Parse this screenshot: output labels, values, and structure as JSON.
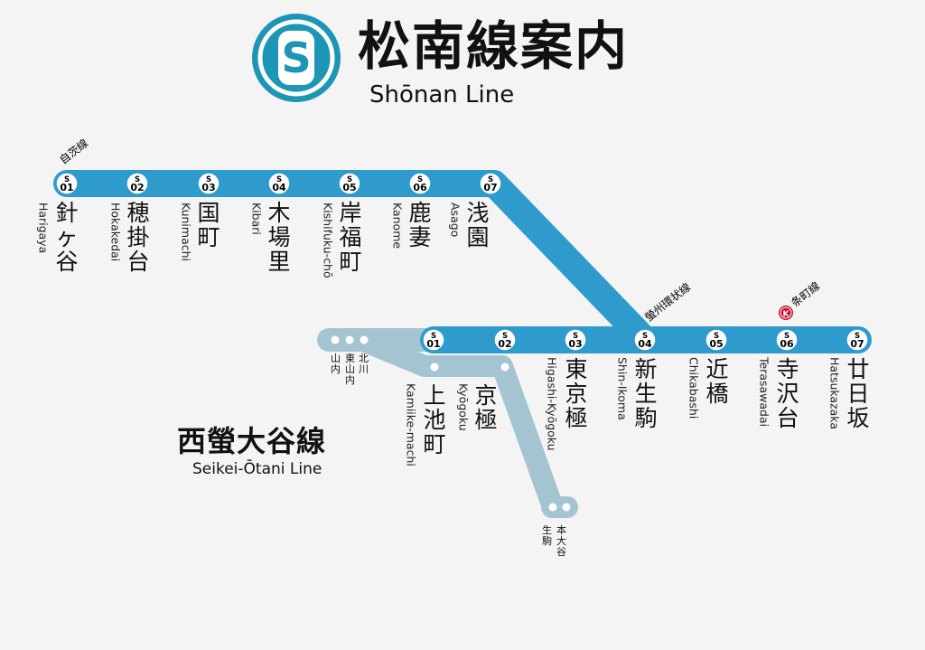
{
  "title": {
    "japanese": "松南線案内",
    "english": "Shōnan Line",
    "logo_letter": "S"
  },
  "colors": {
    "shonan": "#2f9bcc",
    "seikei": "#a5c4d2",
    "logo": "#1d95b5",
    "k_badge": "#c8102e",
    "background": "#f4f4f4"
  },
  "upper_branch": {
    "transfer_label": "自茨線",
    "stations": [
      {
        "code_prefix": "S",
        "code_num": "01",
        "name": [
          "針",
          "ヶ",
          "谷"
        ],
        "romaji": "Harigaya"
      },
      {
        "code_prefix": "S",
        "code_num": "02",
        "name": [
          "穂",
          "掛",
          "台"
        ],
        "romaji": "Hokakedai"
      },
      {
        "code_prefix": "S",
        "code_num": "03",
        "name": [
          "国",
          "町"
        ],
        "romaji": "Kunimachi"
      },
      {
        "code_prefix": "S",
        "code_num": "04",
        "name": [
          "木",
          "場",
          "里"
        ],
        "romaji": "Kibari"
      },
      {
        "code_prefix": "S",
        "code_num": "05",
        "name": [
          "岸",
          "福",
          "町"
        ],
        "romaji": "Kishifuku-chō"
      },
      {
        "code_prefix": "S",
        "code_num": "06",
        "name": [
          "鹿",
          "妻"
        ],
        "romaji": "Kanome"
      },
      {
        "code_prefix": "S",
        "code_num": "07",
        "name": [
          "浅",
          "園"
        ],
        "romaji": "Asago"
      }
    ]
  },
  "lower_branch": {
    "transfer_labels": {
      "shin_ikoma": "螢州環状線",
      "terasawadai": "条町線",
      "k_badge": "K"
    },
    "stations": [
      {
        "code_prefix": "S",
        "code_num": "01",
        "name": [
          "上",
          "池",
          "町"
        ],
        "romaji": "Kamiike-machi"
      },
      {
        "code_prefix": "S",
        "code_num": "02",
        "name": [
          "京",
          "極"
        ],
        "romaji": "Kyōgoku"
      },
      {
        "code_prefix": "S",
        "code_num": "03",
        "name": [
          "東",
          "京",
          "極"
        ],
        "romaji": "Higashi-Kyōgoku"
      },
      {
        "code_prefix": "S",
        "code_num": "04",
        "name": [
          "新",
          "生",
          "駒"
        ],
        "romaji": "Shin-Ikoma"
      },
      {
        "code_prefix": "S",
        "code_num": "05",
        "name": [
          "近",
          "橋"
        ],
        "romaji": "Chikabashi"
      },
      {
        "code_prefix": "S",
        "code_num": "06",
        "name": [
          "寺",
          "沢",
          "台"
        ],
        "romaji": "Terasawadai"
      },
      {
        "code_prefix": "S",
        "code_num": "07",
        "name": [
          "廿",
          "日",
          "坂"
        ],
        "romaji": "Hatsukazaka"
      }
    ]
  },
  "seikei_line": {
    "name_ja": "西螢大谷線",
    "name_en": "Seikei-Ōtani Line",
    "west_stations": [
      {
        "name": [
          "北",
          "川"
        ]
      },
      {
        "name": [
          "東",
          "山",
          "内"
        ]
      },
      {
        "name": [
          "山",
          "内"
        ]
      }
    ],
    "south_stations": [
      {
        "name": [
          "本",
          "大",
          "谷"
        ]
      },
      {
        "name": [
          "生",
          "駒"
        ]
      }
    ]
  }
}
